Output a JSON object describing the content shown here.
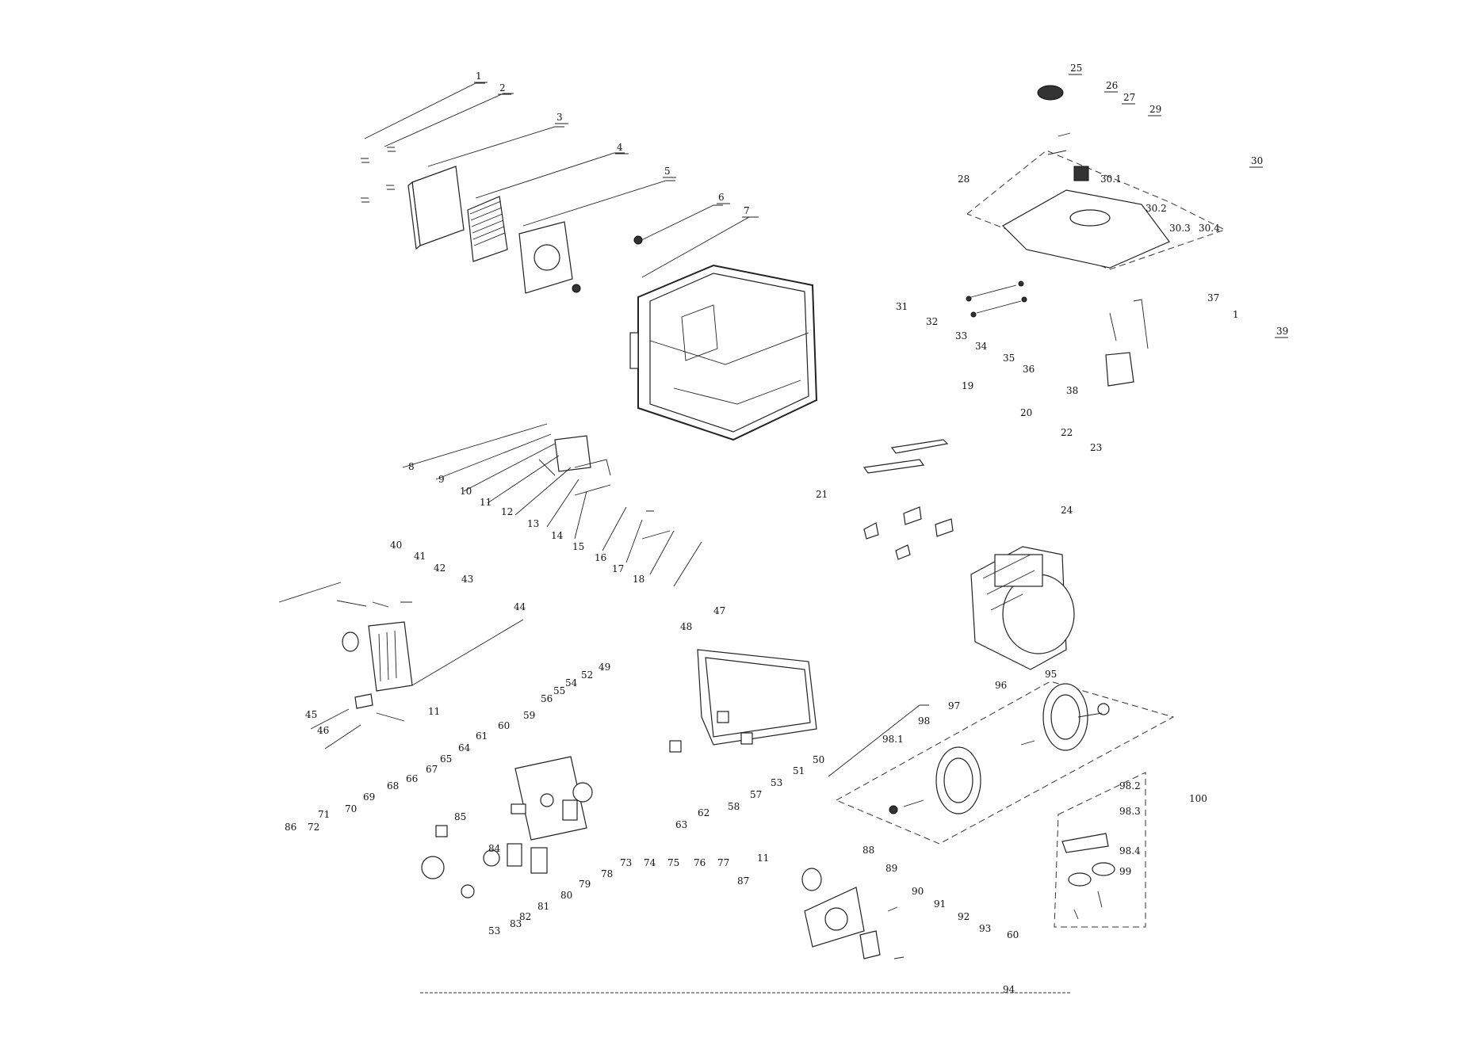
{
  "diagram": {
    "labels": [
      "1",
      "2",
      "3",
      "4",
      "5",
      "6",
      "7",
      "8",
      "9",
      "10",
      "11",
      "12",
      "13",
      "14",
      "15",
      "16",
      "17",
      "18",
      "19",
      "20",
      "21",
      "22",
      "23",
      "24",
      "25",
      "26",
      "27",
      "28",
      "29",
      "30",
      "30.1",
      "30.2",
      "30.3",
      "30.4",
      "31",
      "32",
      "33",
      "34",
      "35",
      "36",
      "37",
      "1",
      "38",
      "39",
      "40",
      "41",
      "42",
      "43",
      "44",
      "45",
      "46",
      "11",
      "47",
      "48",
      "49",
      "50",
      "51",
      "52",
      "53",
      "54",
      "55",
      "56",
      "57",
      "58",
      "59",
      "60",
      "61",
      "62",
      "63",
      "64",
      "65",
      "66",
      "67",
      "68",
      "69",
      "70",
      "71",
      "72",
      "73",
      "74",
      "75",
      "76",
      "77",
      "78",
      "79",
      "80",
      "81",
      "82",
      "83",
      "84",
      "85",
      "86",
      "53",
      "11",
      "87",
      "88",
      "89",
      "90",
      "91",
      "92",
      "93",
      "60",
      "94",
      "95",
      "96",
      "97",
      "98",
      "98.1",
      "98.2",
      "98.3",
      "98.4",
      "99",
      "100"
    ]
  }
}
